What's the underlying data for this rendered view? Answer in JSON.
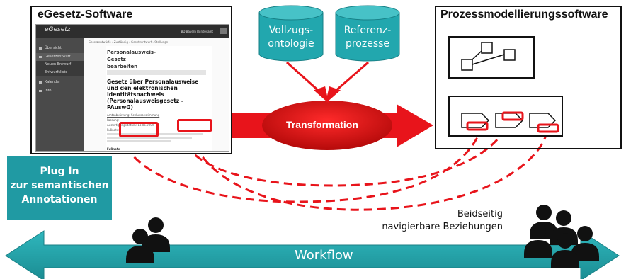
{
  "left_box": {
    "title": "eGesetz-Software",
    "screenshot": {
      "brand": "eGesetz",
      "top_right": "BD Bayern Bundesamt",
      "sidebar_items": [
        "Übersicht",
        "Gesetzentwurf",
        "Neuen Entwurf anlegen",
        "Entwurfsliste",
        "Kalender",
        "Info"
      ],
      "breadcrumb": "Gesetzentwürfe  ›  Zuständig  ›  Gesetzentwurf  ›  Stellungn",
      "doc_title": "Personalausweis-Gesetz bearbeiten",
      "law_title": "Gesetz über Personalausweise und den elektronischen Identitätsnachweis (Personalausweisgesetz - PAuswG)",
      "meta": [
        "Amtsabkürzung: Schlussbestimmung",
        "Fassung:",
        "Ausfertigungsdatum: 18.06.2009",
        "Fußnote:"
      ],
      "footer": "Fußnote"
    }
  },
  "plugin_banner": {
    "lines": [
      "Plug In",
      "zur semantischen",
      "Annotationen"
    ]
  },
  "cylinders": [
    {
      "lines": [
        "Vollzugs-",
        "ontologie"
      ]
    },
    {
      "lines": [
        "Referenz-",
        "prozesse"
      ]
    }
  ],
  "transformation_label": "Transformation",
  "right_box": {
    "title": "Prozessmodellierungssoftware"
  },
  "relations_label": {
    "lines": [
      "Beidseitig",
      "navigierbare Beziehungen"
    ]
  },
  "workflow_label": "Workflow",
  "colors": {
    "teal": "#209aa3",
    "red": "#e8141b",
    "dark_red": "#b80d12",
    "black": "#111111"
  }
}
